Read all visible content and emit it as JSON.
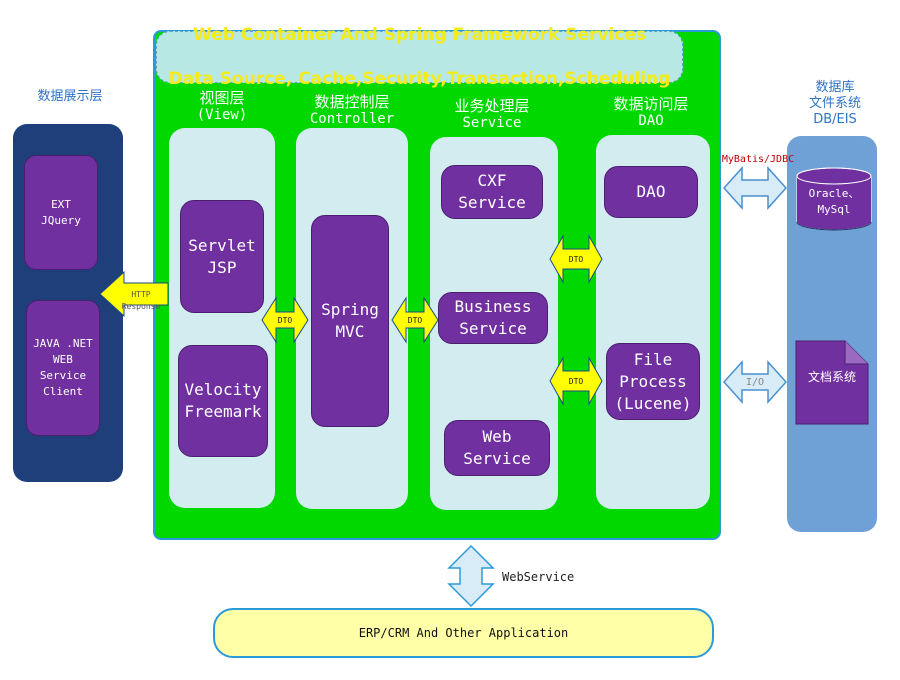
{
  "banner": {
    "line1": "Web Container And Spring Framework Services",
    "line2": "Data Source, Cache,Security,Transaction,Scheduling"
  },
  "left_side": {
    "title": "数据展示层",
    "box_top": "EXT\nJQuery",
    "box_bottom": "JAVA .NET\nWEB\nService\nClient"
  },
  "layers": [
    {
      "cn": "视图层",
      "en": "(View)"
    },
    {
      "cn": "数据控制层",
      "en": "Controller"
    },
    {
      "cn": "业务处理层",
      "en": "Service"
    },
    {
      "cn": "数据访问层",
      "en": "DAO"
    }
  ],
  "view_boxes": [
    "Servlet\nJSP",
    "Velocity\nFreemark"
  ],
  "controller_box": "Spring\nMVC",
  "service_boxes": [
    "CXF\nService",
    "Business\nService",
    "Web\nService"
  ],
  "dao_boxes": [
    "DAO",
    "File\nProcess\n(Lucene)"
  ],
  "arrows": {
    "http": "HTTP\nResponse",
    "dto": "DTO",
    "mybatis": "MyBatis/JDBC",
    "io": "I/O",
    "webservice": "WebService"
  },
  "right_side": {
    "title": "数据库\n文件系统\nDB/EIS",
    "db": "Oracle、\nMySql",
    "doc": "文档系统"
  },
  "bottom_bar": "ERP/CRM And Other Application",
  "colors": {
    "container": "#00d800",
    "purple": "#7030a0",
    "column": "#d3ecf0",
    "arrow_yellow": "#ffff00",
    "arrow_blue": "#d8ecf8"
  }
}
